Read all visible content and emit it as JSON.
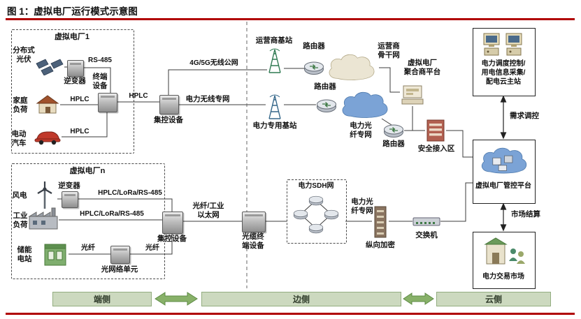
{
  "title": "图 1：虚拟电厂运行模式示意图",
  "colors": {
    "rule_red": "#b00000",
    "bar_green": "#ccd9bf",
    "cloud_tan": "#ebe5d3",
    "cloud_blue": "#7ba3d6"
  },
  "vpp1": {
    "title": "虚拟电厂1",
    "pv_label": "分布式光伏",
    "rs485": "RS-485",
    "inverter": "逆变器",
    "terminal": "终端设备",
    "home_load": "家庭负荷",
    "hplc_home": "HPLC",
    "ev": "电动汽车",
    "hplc_ev": "HPLC"
  },
  "vppn": {
    "title": "虚拟电厂n",
    "wind": "风电",
    "inverter": "逆变器",
    "link_inverter": "HPLC/LoRa/RS-485",
    "industry_load": "工业负荷",
    "link_industry": "HPLC/LoRa/RS-485",
    "storage": "储能电站",
    "fiber_left": "光纤",
    "onu": "光网络单元",
    "fiber_right": "光纤",
    "concentrator": "集控设备"
  },
  "edge": {
    "hplc_uplink": "HPLC",
    "concentrator": "集控设备",
    "public_net": "4G/5G无线公网",
    "wireless_private_net": "电力无线专网",
    "operator_station": "运营商基站",
    "router_top": "路由器",
    "operator_backbone": "运营商骨干网",
    "aggregator_line1": "虚拟电厂",
    "aggregator_line2": "聚合商平台",
    "power_station": "电力专用基站",
    "router_mid": "路由器",
    "fiber_private_net_upper": "电力光纤专网",
    "router_lower": "路由器",
    "secure_access": "安全接入区",
    "fiber_ethernet": "光纤/工业以太网",
    "cable_terminal": "光缆终端设备",
    "sdh_net": "电力SDH网",
    "fiber_private_net_lower": "电力光纤专网",
    "encryption": "纵向加密",
    "switch": "交换机"
  },
  "cloud": {
    "dispatch_line1": "电力调度控制/",
    "dispatch_line2": "用电信息采集/",
    "dispatch_line3": "配电云主站",
    "demand_control": "需求调控",
    "platform": "虚拟电厂管控平台",
    "settlement": "市场结算",
    "market": "电力交易市场"
  },
  "zones": {
    "terminal": "端侧",
    "edge": "边侧",
    "cloud": "云侧"
  }
}
